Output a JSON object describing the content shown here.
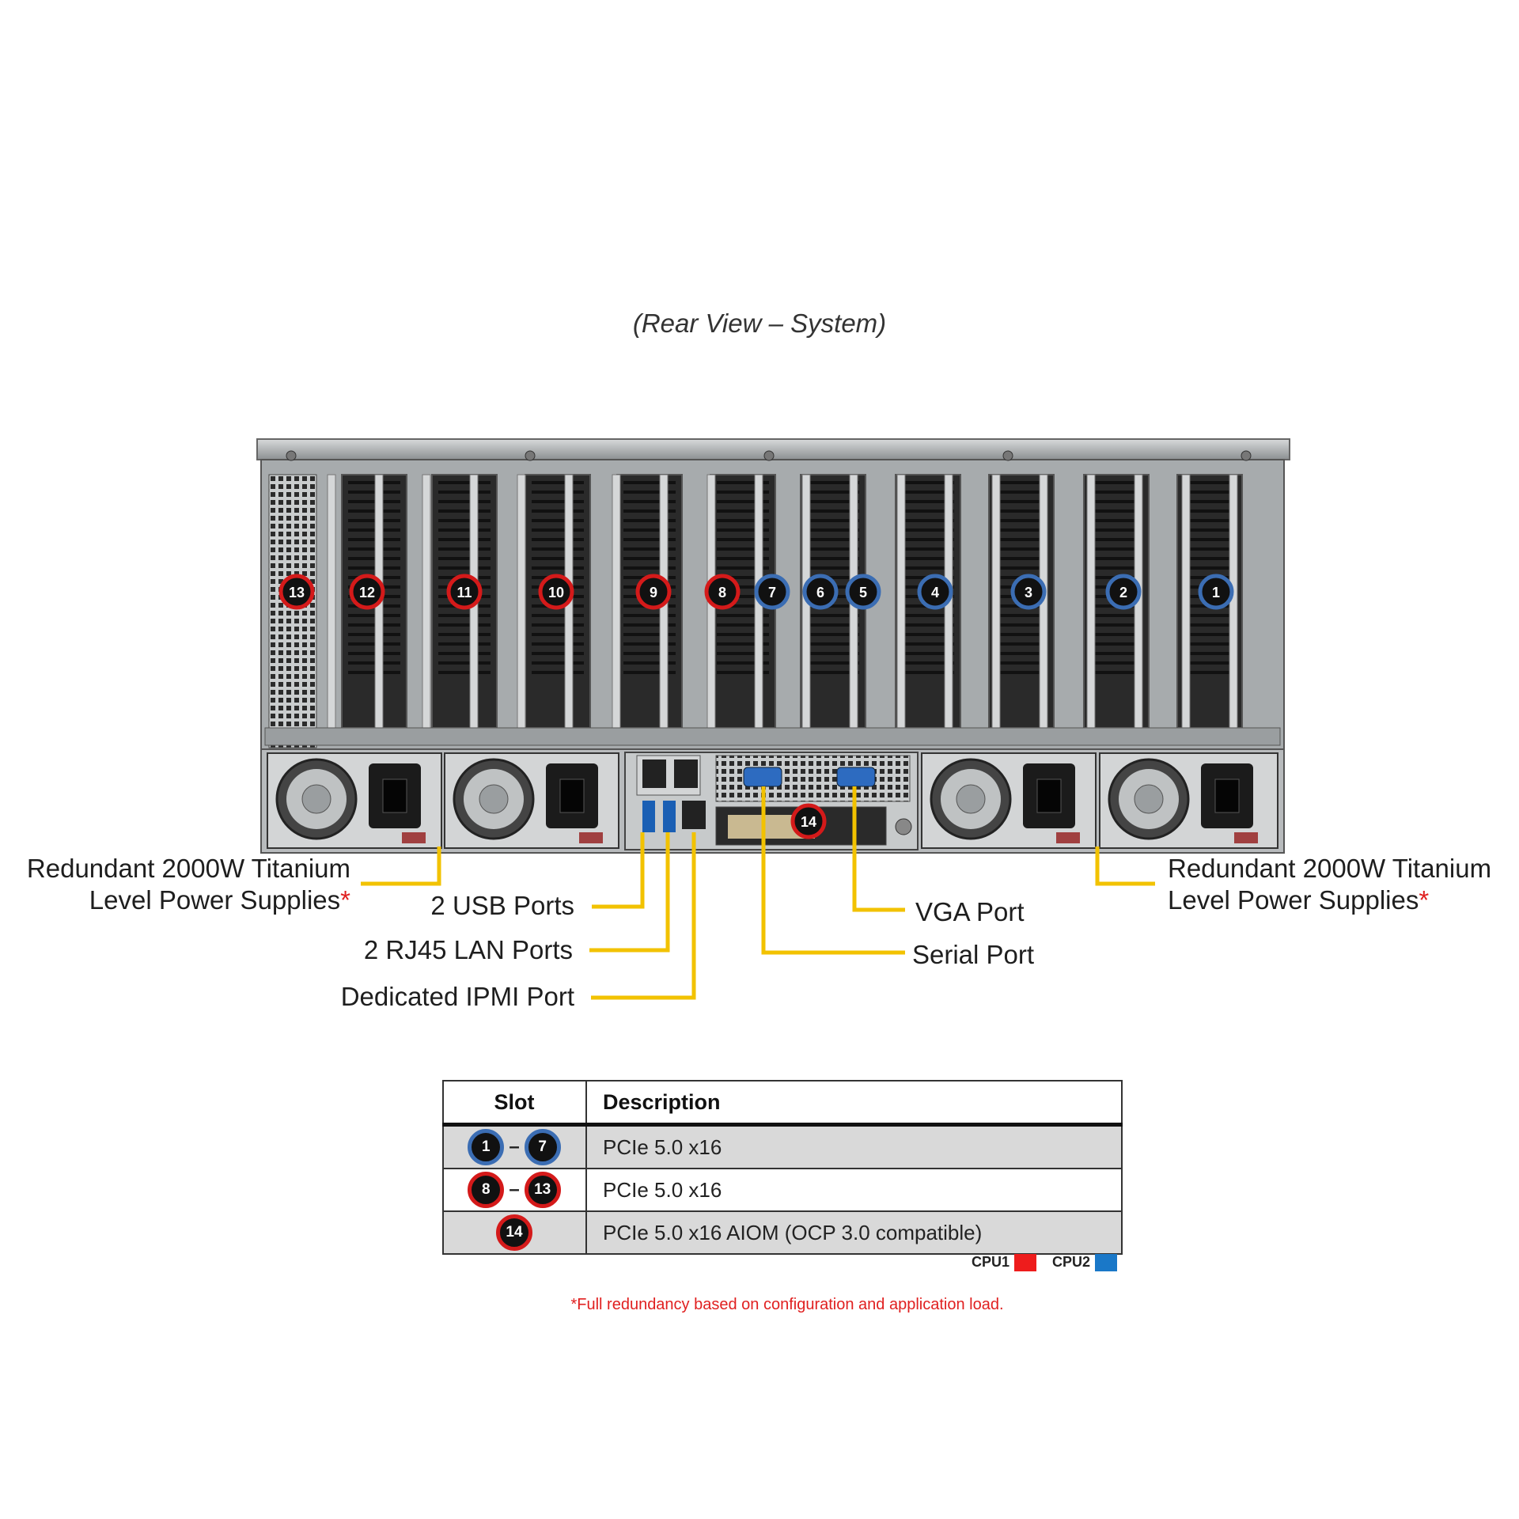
{
  "title": "(Rear View – System)",
  "slot_badges": [
    "13",
    "12",
    "11",
    "10",
    "9",
    "8",
    "7",
    "6",
    "5",
    "4",
    "3",
    "2",
    "1"
  ],
  "aiom_badge": "14",
  "callouts": {
    "psu_left_line1": "Redundant  2000W Titanium",
    "psu_left_line2": "Level Power Supplies",
    "psu_right_line1": "Redundant  2000W Titanium",
    "psu_right_line2": "Level Power Supplies",
    "asterisk": "*",
    "usb": "2 USB Ports",
    "lan": "2 RJ45 LAN Ports",
    "ipmi": "Dedicated IPMI  Port",
    "vga": "VGA Port",
    "serial": "Serial Port"
  },
  "table": {
    "headers": {
      "slot": "Slot",
      "description": "Description"
    },
    "rows": [
      {
        "from": "1",
        "to": "7",
        "dash": "–",
        "color": "blue",
        "description": "PCIe  5.0  x16"
      },
      {
        "from": "8",
        "to": "13",
        "dash": "–",
        "color": "red",
        "description": "PCIe  5.0  x16"
      },
      {
        "single": "14",
        "color": "red",
        "description": "PCIe  5.0  x16 AIOM  (OCP  3.0  compatible)"
      }
    ]
  },
  "legend": [
    {
      "label": "CPU1",
      "color": "#ee1c1c"
    },
    {
      "label": "CPU2",
      "color": "#1a78c8"
    }
  ],
  "colors": {
    "cpu1_ring": "#d41a1a",
    "cpu2_ring": "#3b6db3",
    "leader": "#f2c200"
  },
  "footnote": "*Full  redundancy based on  configuration and application  load."
}
